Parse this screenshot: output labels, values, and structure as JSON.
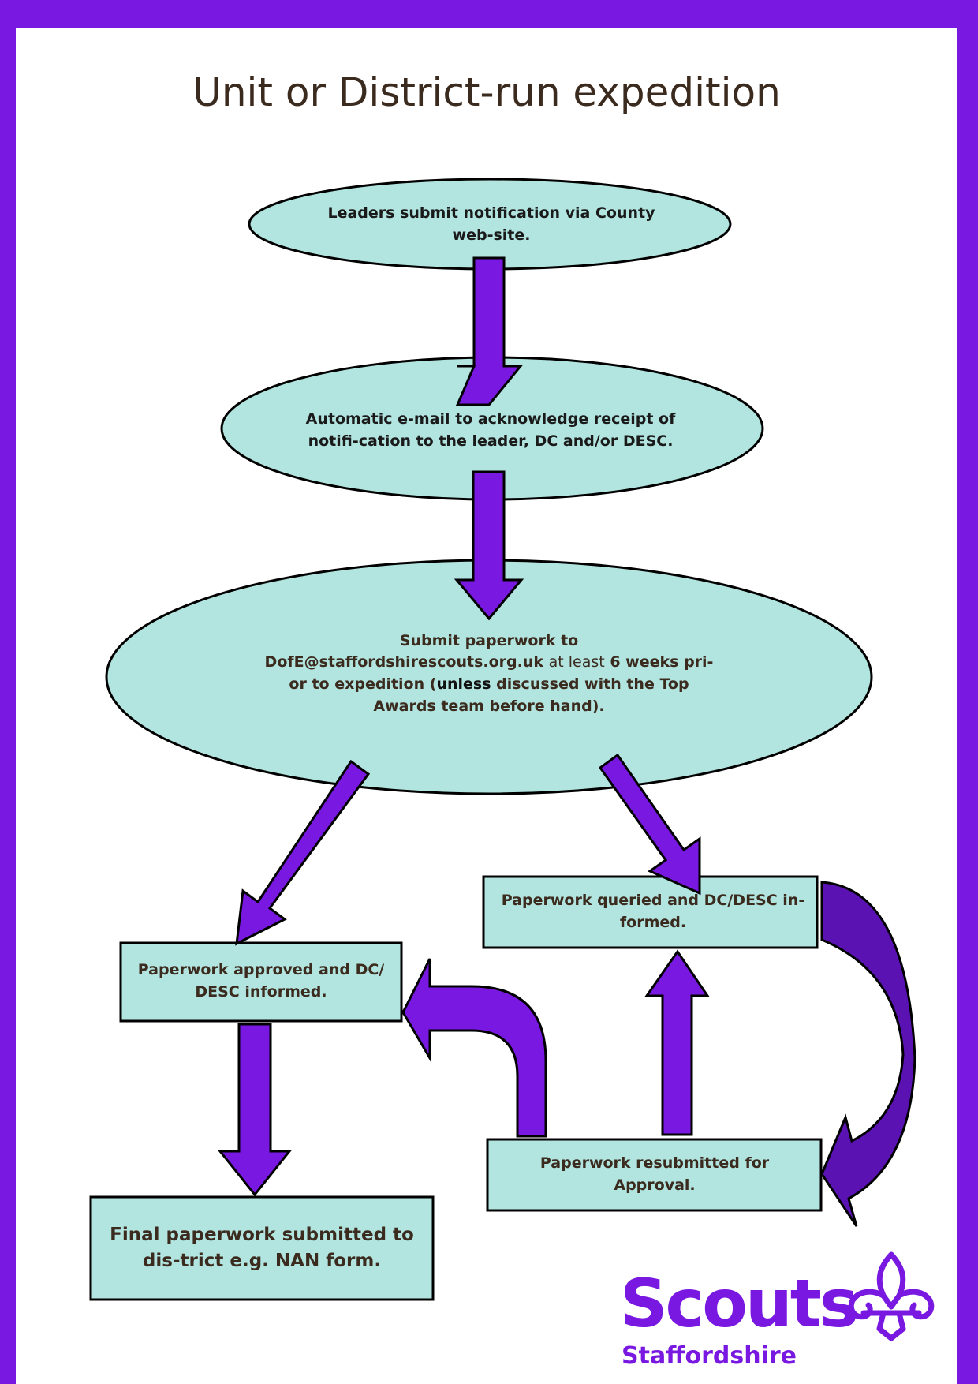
{
  "title": "Unit or District-run expedition",
  "colors": {
    "border": "#7818e0",
    "node_fill": "#b2e5e0",
    "arrow": "#7818e0",
    "arrow_dark": "#5b12b3",
    "title": "#3b2a1e"
  },
  "nodes": {
    "notify": {
      "text": "Leaders submit notification via County web-site."
    },
    "auto_email": {
      "text": "Automatic e-mail to acknowledge receipt of notifi-cation to the leader, DC and/or DESC."
    },
    "submit": {
      "line1": "Submit paperwork to",
      "email": "DofE@staffordshirescouts.org.uk",
      "at_least": "at least",
      "after_at_least": " 6 weeks pri-or to expedition (",
      "unless": "unless",
      "tail": " discussed with the Top Awards team before hand)."
    },
    "queried": {
      "text": "Paperwork queried and DC/DESC in-formed."
    },
    "approved": {
      "text": "Paperwork approved and DC/ DESC informed."
    },
    "resubmitted": {
      "text": "Paperwork resubmitted for Approval."
    },
    "final": {
      "text": "Final paperwork submitted to dis-trict e.g. NAN form."
    }
  },
  "logo": {
    "word": "Scouts",
    "sub": "Staffordshire",
    "icon": "fleur-de-lis-icon"
  }
}
